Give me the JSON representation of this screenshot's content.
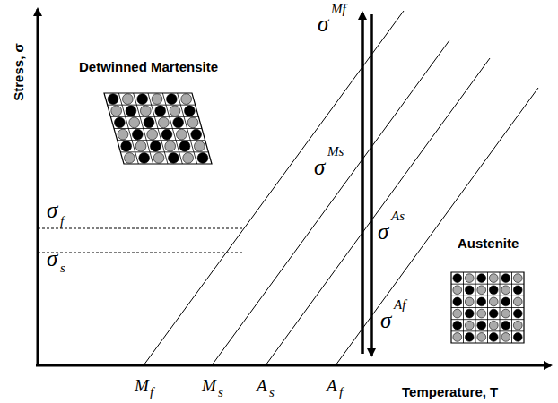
{
  "diagram": {
    "labels": [
      "Detwinned Martensite",
      "Austenite",
      "Stress, σ",
      "Temperature, T",
      "σ",
      "f",
      "σ",
      "s",
      "σ",
      "Mf",
      "σ",
      "Ms",
      "σ",
      "As",
      "σ",
      "Af",
      "M",
      "f",
      "M",
      "s",
      "A",
      "s",
      "A",
      "f"
    ]
  }
}
